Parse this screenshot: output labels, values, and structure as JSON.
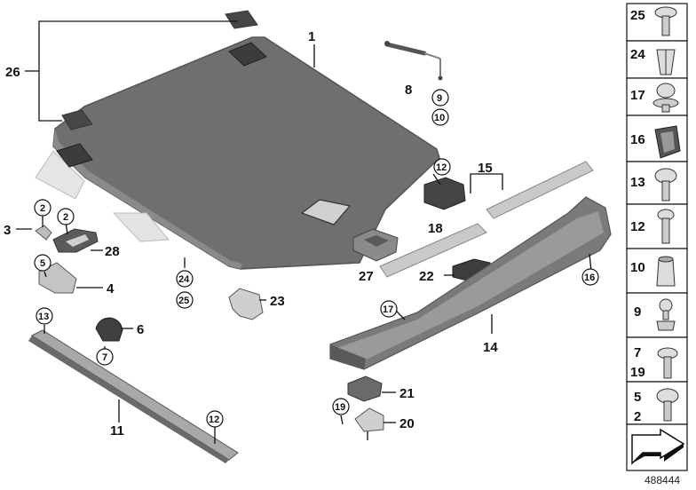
{
  "callouts": {
    "c1": "1",
    "c2a": "2",
    "c2b": "2",
    "c3": "3",
    "c4": "4",
    "c5": "5",
    "c6": "6",
    "c7": "7",
    "c8": "8",
    "c9": "9",
    "c10": "10",
    "c11": "11",
    "c12a": "12",
    "c12b": "12",
    "c13": "13",
    "c14": "14",
    "c15": "15",
    "c16": "16",
    "c17": "17",
    "c18": "18",
    "c19": "19",
    "c20": "20",
    "c21": "21",
    "c22": "22",
    "c23": "23",
    "c24": "24",
    "c25": "25",
    "c26": "26",
    "c27": "27",
    "c28": "28"
  },
  "sidebar": {
    "items": [
      {
        "label": "25",
        "icon": "torx-screw-icon"
      },
      {
        "label": "24",
        "icon": "expanding-nut-icon"
      },
      {
        "label": "17",
        "icon": "rivet-clip-icon"
      },
      {
        "label": "16",
        "icon": "spring-clip-icon"
      },
      {
        "label": "13",
        "icon": "collar-screw-icon"
      },
      {
        "label": "12",
        "icon": "screw-icon"
      },
      {
        "label": "10",
        "icon": "hex-nut-insert-icon"
      },
      {
        "label": "9",
        "icon": "ball-stud-icon"
      },
      {
        "label": "7",
        "label2": "19",
        "icon": "flat-head-screw-icon"
      },
      {
        "label": "5",
        "label2": "2",
        "icon": "pan-head-screw-icon"
      }
    ],
    "arrow_icon": "arrow-icon"
  },
  "diagram_id": "488444",
  "colors": {
    "panel": "#6e6e6e",
    "panel_edge": "#555555",
    "part_dark": "#4a4a4a",
    "part_light": "#d6d6d6"
  }
}
